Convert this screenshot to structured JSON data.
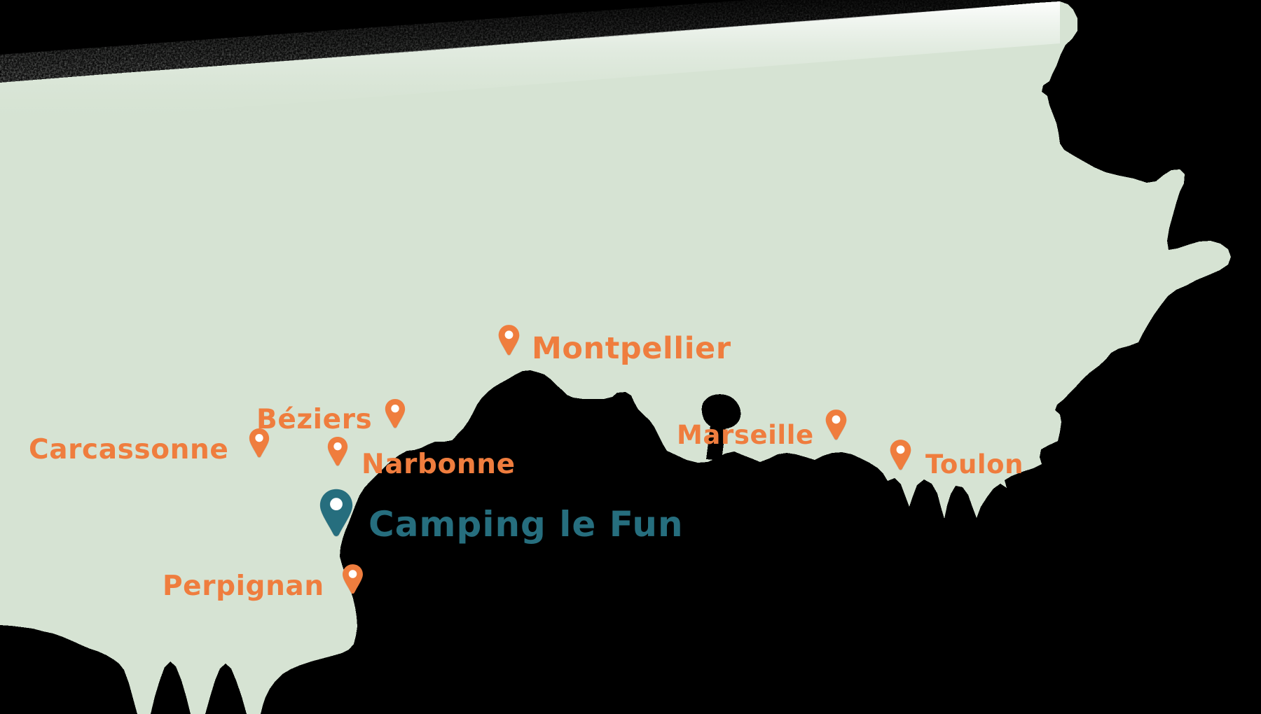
{
  "map": {
    "description": "Illustrated map of the South of France coastline",
    "colors": {
      "land": "#d6e3d3",
      "background": "#000000",
      "city_marker": "#ef7d3e",
      "camping_marker": "#266e7e",
      "city_label": "#ef7d3e",
      "camping_label": "#266e7e",
      "pin_hole": "#ffffff",
      "edge_fade": "#ffffff"
    },
    "cities": [
      {
        "name": "Montpellier"
      },
      {
        "name": "Béziers"
      },
      {
        "name": "Carcassonne"
      },
      {
        "name": "Narbonne"
      },
      {
        "name": "Marseille"
      },
      {
        "name": "Toulon"
      },
      {
        "name": "Perpignan"
      }
    ],
    "camping": {
      "name": "Camping le Fun"
    },
    "icons": {
      "marker": "location-pin-icon"
    }
  }
}
